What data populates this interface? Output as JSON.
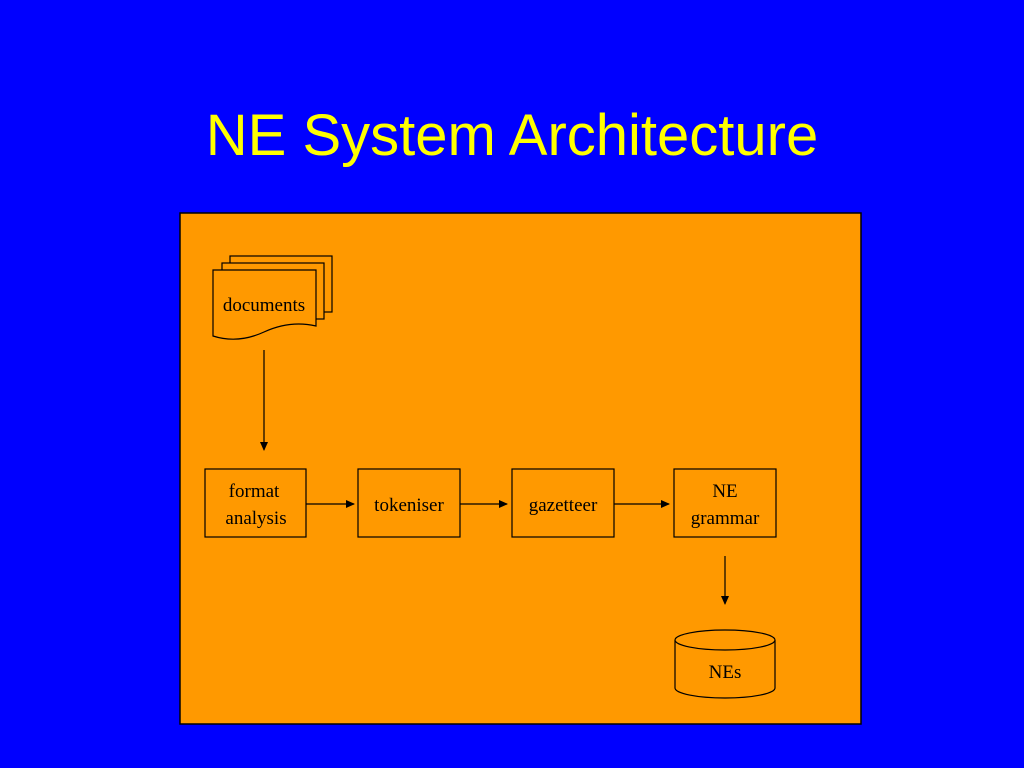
{
  "slide": {
    "title": "NE System Architecture"
  },
  "colors": {
    "background": "#0000FF",
    "title": "#FFFF00",
    "panel": "#FF9900",
    "box": "#FF9900",
    "stroke": "#000000"
  },
  "diagram": {
    "documents": "documents",
    "format_analysis": [
      "format",
      "analysis"
    ],
    "tokeniser": "tokeniser",
    "gazetteer": "gazetteer",
    "ne_grammar": [
      "NE",
      "grammar"
    ],
    "nes": "NEs"
  }
}
